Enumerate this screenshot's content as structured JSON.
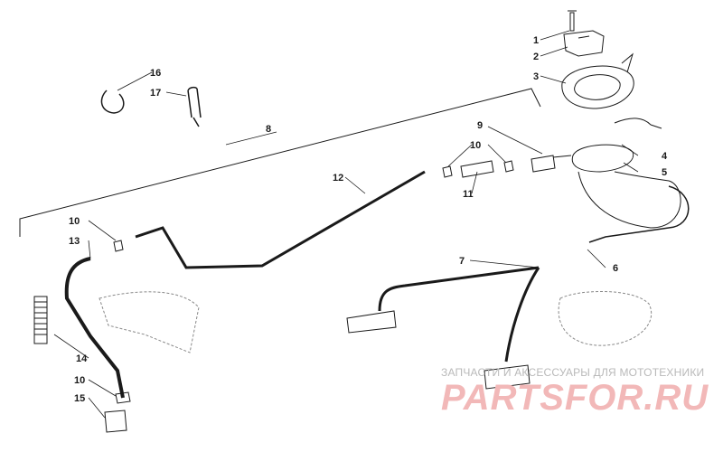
{
  "callouts": {
    "c1": "1",
    "c2": "2",
    "c3": "3",
    "c4": "4",
    "c5": "5",
    "c6": "6",
    "c7": "7",
    "c8": "8",
    "c9": "9",
    "c10a": "10",
    "c10b": "10",
    "c10c": "10",
    "c11": "11",
    "c12": "12",
    "c13": "13",
    "c14": "14",
    "c15": "15",
    "c16": "16",
    "c17": "17"
  },
  "watermark": {
    "subtitle": "ЗАПЧАСТИ И АКСЕССУАРЫ ДЛЯ МОТОТЕХНИКИ",
    "brand": "PARTSFOR.RU"
  },
  "colors": {
    "line": "#1a1a1a",
    "background": "#ffffff",
    "watermark_brand": "#f2b8b8",
    "watermark_text": "#b9b9b9"
  }
}
